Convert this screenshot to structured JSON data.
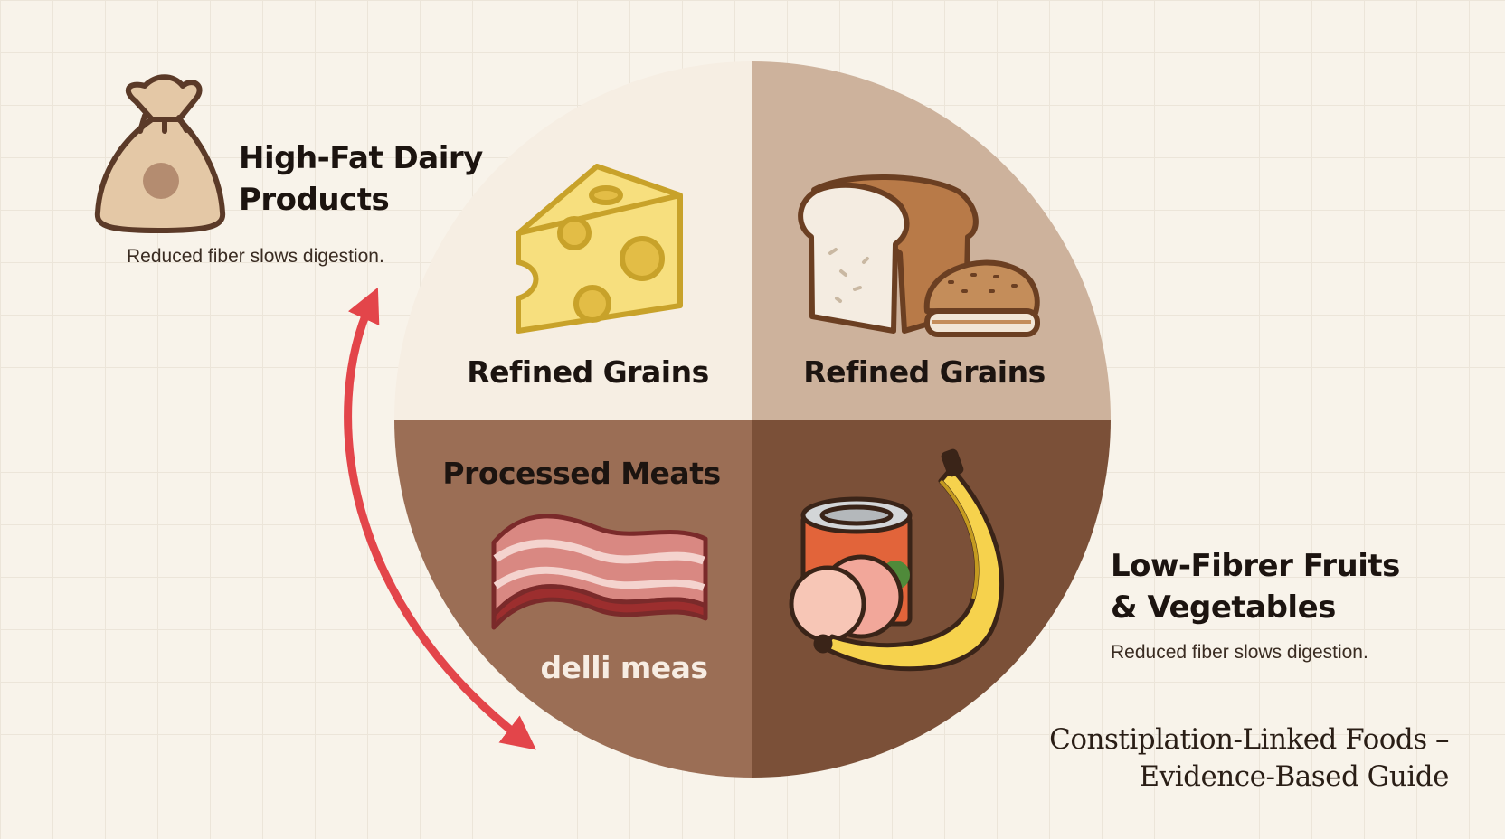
{
  "colors": {
    "background": "#f8f3ea",
    "quadrant_top_left": "#f6eee3",
    "quadrant_top_right": "#cdb29c",
    "quadrant_bottom_left": "#9b6e55",
    "quadrant_bottom_right": "#7b5038",
    "arrow": "#e3454a",
    "text_dark": "#1c1410",
    "text_light": "#f7ede3"
  },
  "quadrants": [
    {
      "label": "Refined Grains",
      "icon": "cheese-icon"
    },
    {
      "label": "Refined Grains",
      "icon": "bread-loaf-icon"
    },
    {
      "label": "Processed Meats",
      "sublabel": "delli meas",
      "icon": "bacon-icon"
    },
    {
      "label": "",
      "icon": "banana-can-icon"
    }
  ],
  "side_labels": {
    "top_left": {
      "title_line1": "High-Fat Dairy",
      "title_line2": "Products",
      "note": "Reduced fiber slows digestion.",
      "icon": "sack-icon"
    },
    "bottom_right": {
      "title_line1": "Low-Fibrer Fruits",
      "title_line2": "& Vegetables",
      "note": "Reduced fiber slows digestion."
    }
  },
  "arrow": {
    "icon": "double-arrow-icon"
  },
  "title": {
    "line1": "Constiplation-Linked Foods –",
    "line2": "Evidence-Based Guide"
  }
}
